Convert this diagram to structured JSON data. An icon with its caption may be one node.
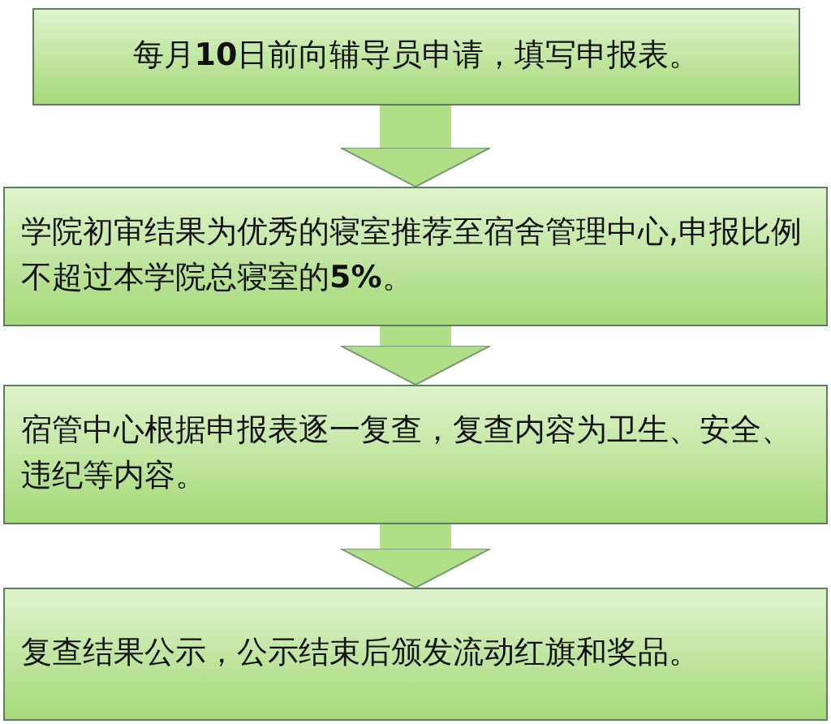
{
  "diagram": {
    "nodes": [
      {
        "text": [
          "每月**10**日前向辅导员申请，填写申报表。"
        ]
      },
      {
        "text": [
          "学院初审结果为优秀的寝室推荐至宿舍管理中心,申报比例不超过本学院总寝室的**5%**。"
        ]
      },
      {
        "text": [
          "宿管中心根据申报表逐一复查，复查内容为卫生、安全、违纪等内容。"
        ]
      },
      {
        "text": [
          "复查结果公示，公示结束后颁发流动红旗和奖品。"
        ]
      }
    ],
    "edges": [
      {
        "from": 0,
        "to": 1,
        "arrow": "to"
      },
      {
        "from": 1,
        "to": 2,
        "arrow": "to"
      },
      {
        "from": 2,
        "to": 3,
        "arrow": "to"
      }
    ]
  }
}
